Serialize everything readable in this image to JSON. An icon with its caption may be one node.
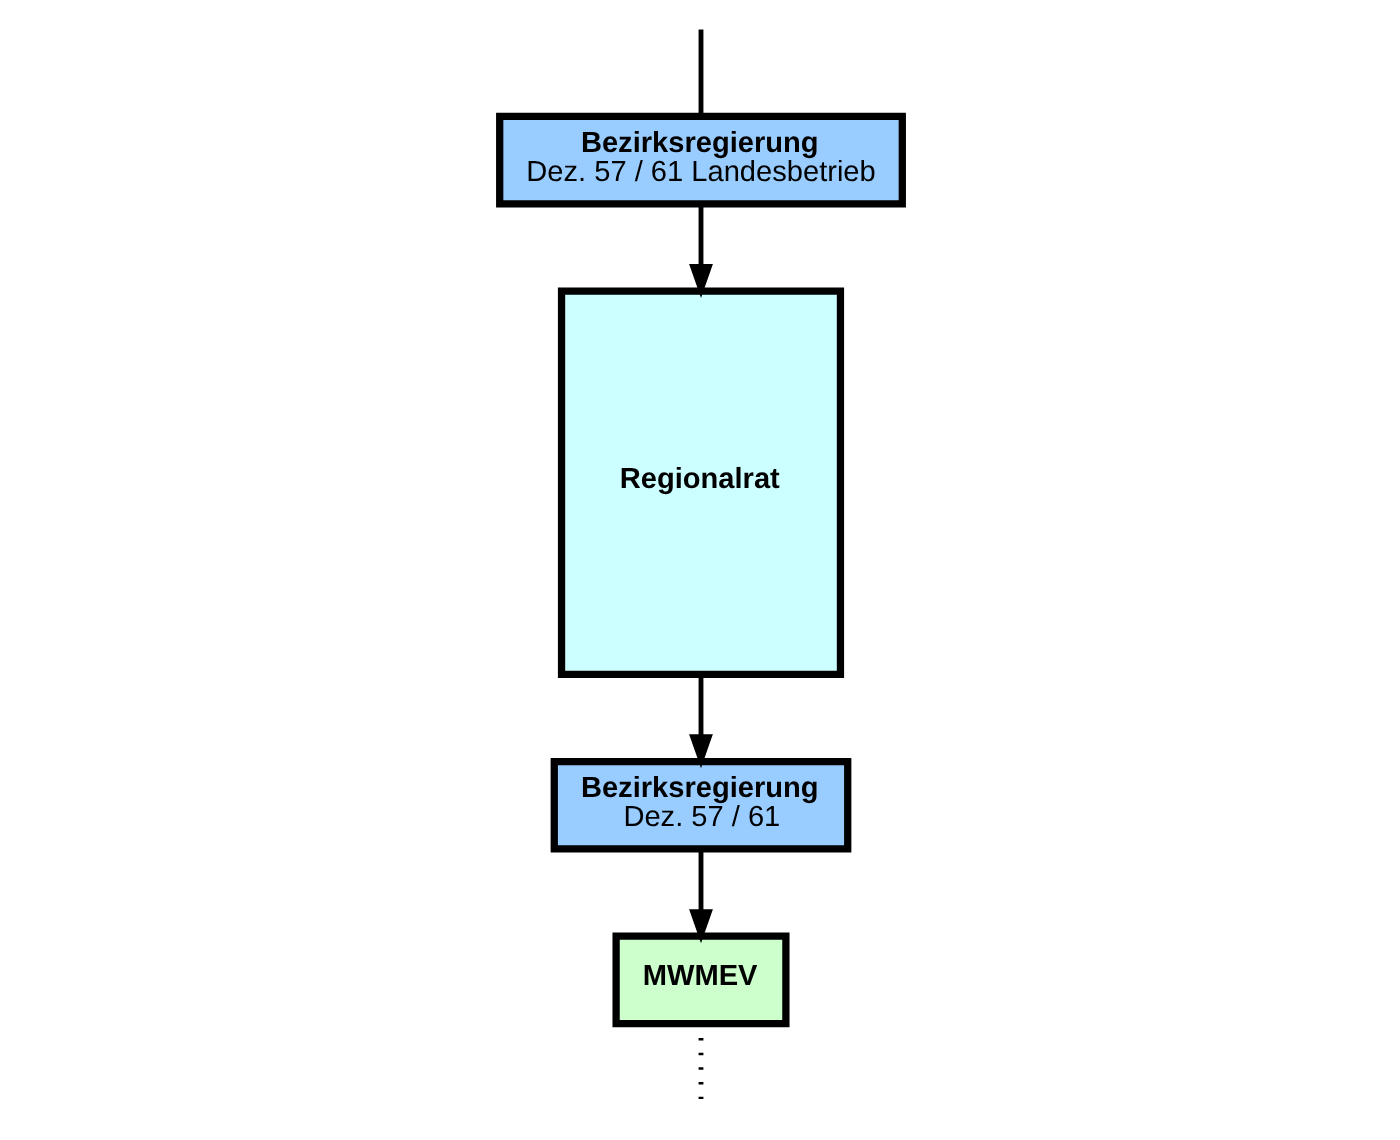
{
  "diagram": {
    "nodes": [
      {
        "text": [
          "Bezirksregierung",
          "Dez. 57 / 61 Landesbetrieb"
        ]
      },
      {
        "text": [
          "Regionalrat"
        ]
      },
      {
        "text": [
          "Bezirksregierung",
          "Dez. 57 / 61"
        ]
      },
      {
        "text": [
          "MWMEV"
        ]
      }
    ],
    "edges": [
      {
        "from": null,
        "to": 0,
        "arrow": "none"
      },
      {
        "from": 0,
        "to": 1,
        "arrow": "to"
      },
      {
        "from": 1,
        "to": 2,
        "arrow": "to"
      },
      {
        "from": 2,
        "to": 3,
        "arrow": "to"
      },
      {
        "from": 3,
        "to": null,
        "arrow": "none",
        "style": "dashed"
      }
    ]
  }
}
